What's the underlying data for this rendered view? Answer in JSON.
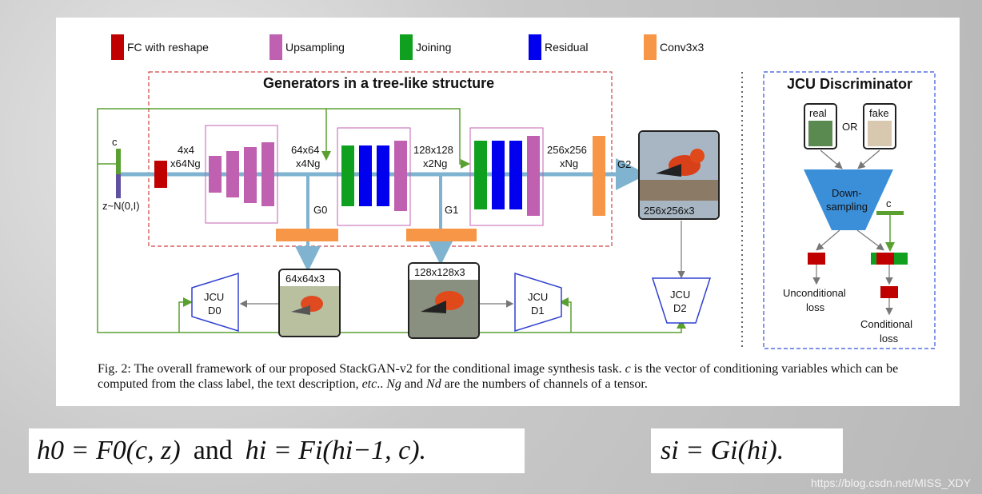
{
  "legend": [
    {
      "label": "FC with reshape",
      "color": "#c00000"
    },
    {
      "label": "Upsampling",
      "color": "#c060b0"
    },
    {
      "label": "Joining",
      "color": "#10a020"
    },
    {
      "label": "Residual",
      "color": "#0000ee"
    },
    {
      "label": "Conv3x3",
      "color": "#f79646"
    }
  ],
  "generators": {
    "title": "Generators in a tree-like structure",
    "c_label": "c",
    "z_label": "z~N(0,I)",
    "stage0_line1": "4x4",
    "stage0_line2": "x64Ng",
    "stage1_line1": "64x64",
    "stage1_line2": "x4Ng",
    "stage2_line1": "128x128",
    "stage2_line2": "x2Ng",
    "stage3_line1": "256x256",
    "stage3_line2": "xNg",
    "g0": "G0",
    "g1": "G1",
    "g2": "G2",
    "out0": "64x64x3",
    "out1": "128x128x3",
    "out2": "256x256x3",
    "d0_line1": "JCU",
    "d0_line2": "D0",
    "d1_line1": "JCU",
    "d1_line2": "D1",
    "d2_line1": "JCU",
    "d2_line2": "D2"
  },
  "discriminator": {
    "title": "JCU Discriminator",
    "real": "real",
    "or": "OR",
    "fake": "fake",
    "down_line1": "Down-",
    "down_line2": "sampling",
    "c_label": "c",
    "uncond_line1": "Unconditional",
    "uncond_line2": "loss",
    "cond_line1": "Conditional",
    "cond_line2": "loss"
  },
  "caption": {
    "prefix": "Fig. 2: The overall framework of our proposed StackGAN-v2 for the conditional image synthesis task.",
    "var_c": "c",
    "middle": "is the vector of conditioning variables which can be computed from the class label, the text description,",
    "etc": "etc",
    "after_etc": "..",
    "ng": "Ng",
    "and": "and",
    "nd": "Nd",
    "suffix": "are the numbers of channels of a tensor."
  },
  "equations": {
    "left_a": "h0 = F0(c, z)",
    "left_and": "and",
    "left_b": "hi = Fi(hi−1, c).",
    "right": "si = Gi(hi)."
  },
  "watermark": "https://blog.csdn.net/MISS_XDY"
}
